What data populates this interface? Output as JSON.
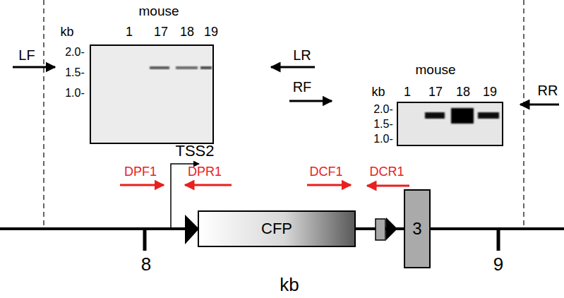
{
  "diagram": {
    "nodes": [
      {
        "text": [
          "CFP"
        ]
      },
      {
        "text": [
          "3"
        ]
      }
    ],
    "labels": [
      "mouse",
      "kb",
      "1",
      "17",
      "18",
      "19",
      "2.0-",
      "1.5-",
      "1.0-",
      "mouse",
      "kb",
      "1",
      "17",
      "18",
      "19",
      "2.0-",
      "1.5-",
      "1.0-",
      "LF",
      "LR",
      "RF",
      "RR",
      "TSS2",
      "DPF1",
      "DPR1",
      "DCF1",
      "DCR1",
      "8",
      "9",
      "kb"
    ]
  }
}
